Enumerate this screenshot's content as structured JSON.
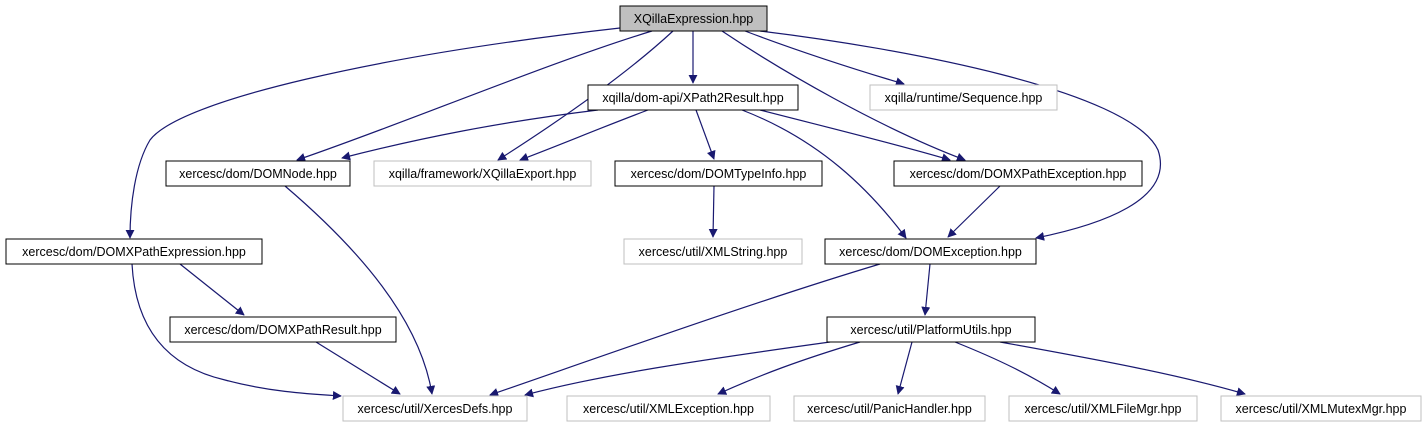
{
  "colors": {
    "edge": "#191970",
    "root_fill": "#bfbfbf",
    "box_border": "#000000",
    "missing_border": "#bfbfbf",
    "missing_text": "#000000"
  },
  "nodes": [
    {
      "id": "root",
      "label": "XQillaExpression.hpp",
      "kind": "root"
    },
    {
      "id": "xpath2result",
      "label": "xqilla/dom-api/XPath2Result.hpp",
      "kind": "documented"
    },
    {
      "id": "sequence",
      "label": "xqilla/runtime/Sequence.hpp",
      "kind": "missing"
    },
    {
      "id": "domnode",
      "label": "xercesc/dom/DOMNode.hpp",
      "kind": "documented"
    },
    {
      "id": "xqillaexport",
      "label": "xqilla/framework/XQillaExport.hpp",
      "kind": "missing"
    },
    {
      "id": "domtypeinfo",
      "label": "xercesc/dom/DOMTypeInfo.hpp",
      "kind": "documented"
    },
    {
      "id": "domxpathexception",
      "label": "xercesc/dom/DOMXPathException.hpp",
      "kind": "documented"
    },
    {
      "id": "domxpathexpression",
      "label": "xercesc/dom/DOMXPathExpression.hpp",
      "kind": "documented"
    },
    {
      "id": "xmlstring",
      "label": "xercesc/util/XMLString.hpp",
      "kind": "missing"
    },
    {
      "id": "domexception",
      "label": "xercesc/dom/DOMException.hpp",
      "kind": "documented"
    },
    {
      "id": "domxpathresult",
      "label": "xercesc/dom/DOMXPathResult.hpp",
      "kind": "documented"
    },
    {
      "id": "platformutils",
      "label": "xercesc/util/PlatformUtils.hpp",
      "kind": "documented"
    },
    {
      "id": "xercesdefs",
      "label": "xercesc/util/XercesDefs.hpp",
      "kind": "missing"
    },
    {
      "id": "xmlexception",
      "label": "xercesc/util/XMLException.hpp",
      "kind": "missing"
    },
    {
      "id": "panichandler",
      "label": "xercesc/util/PanicHandler.hpp",
      "kind": "missing"
    },
    {
      "id": "xmlfilemgr",
      "label": "xercesc/util/XMLFileMgr.hpp",
      "kind": "missing"
    },
    {
      "id": "xmlmutexmgr",
      "label": "xercesc/util/XMLMutexMgr.hpp",
      "kind": "missing"
    }
  ],
  "edges": [
    {
      "from": "root",
      "to": "xpath2result"
    },
    {
      "from": "root",
      "to": "sequence"
    },
    {
      "from": "root",
      "to": "domnode"
    },
    {
      "from": "root",
      "to": "xqillaexport"
    },
    {
      "from": "root",
      "to": "domxpathexception"
    },
    {
      "from": "root",
      "to": "domexception"
    },
    {
      "from": "root",
      "to": "domxpathexpression"
    },
    {
      "from": "xpath2result",
      "to": "domnode"
    },
    {
      "from": "xpath2result",
      "to": "xqillaexport"
    },
    {
      "from": "xpath2result",
      "to": "domtypeinfo"
    },
    {
      "from": "xpath2result",
      "to": "domxpathexception"
    },
    {
      "from": "xpath2result",
      "to": "domexception"
    },
    {
      "from": "domtypeinfo",
      "to": "xmlstring"
    },
    {
      "from": "domxpathexception",
      "to": "domexception"
    },
    {
      "from": "domnode",
      "to": "xercesdefs"
    },
    {
      "from": "domxpathexpression",
      "to": "domxpathresult"
    },
    {
      "from": "domxpathexpression",
      "to": "xercesdefs"
    },
    {
      "from": "domxpathresult",
      "to": "xercesdefs"
    },
    {
      "from": "domexception",
      "to": "platformutils"
    },
    {
      "from": "domexception",
      "to": "xercesdefs"
    },
    {
      "from": "platformutils",
      "to": "xercesdefs"
    },
    {
      "from": "platformutils",
      "to": "xmlexception"
    },
    {
      "from": "platformutils",
      "to": "panichandler"
    },
    {
      "from": "platformutils",
      "to": "xmlfilemgr"
    },
    {
      "from": "platformutils",
      "to": "xmlmutexmgr"
    }
  ]
}
